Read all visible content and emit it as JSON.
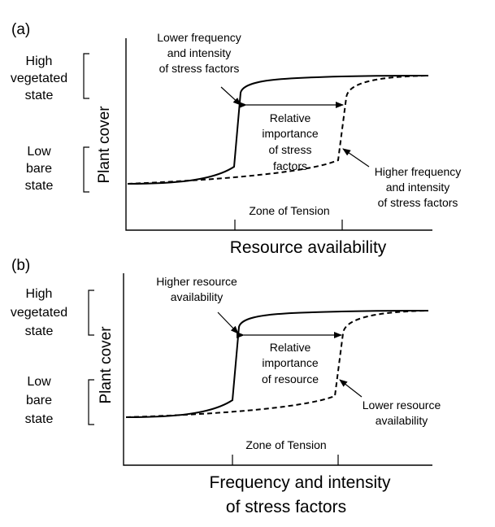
{
  "panels": [
    {
      "label": "(a)",
      "high_state": [
        "High",
        "vegetated",
        "state"
      ],
      "low_state": [
        "Low",
        "bare",
        "state"
      ],
      "y_label": "Plant cover",
      "upper_annotation": [
        "Lower frequency",
        "and intensity",
        "of stress factors"
      ],
      "middle_annotation": [
        "Relative",
        "importance",
        "of stress",
        "factors"
      ],
      "lower_annotation": [
        "Higher frequency",
        "and intensity",
        "of stress factors"
      ],
      "zone": "Zone of Tension",
      "x_label": [
        "Resource availability"
      ]
    },
    {
      "label": "(b)",
      "high_state": [
        "High",
        "vegetated",
        "state"
      ],
      "low_state": [
        "Low",
        "bare",
        "state"
      ],
      "y_label": "Plant cover",
      "upper_annotation": [
        "Higher resource",
        "availability"
      ],
      "middle_annotation": [
        "Relative",
        "importance",
        "of resource"
      ],
      "lower_annotation": [
        "Lower resource",
        "availability"
      ],
      "zone": "Zone of Tension",
      "x_label": [
        "Frequency and intensity",
        "of stress factors"
      ]
    }
  ]
}
